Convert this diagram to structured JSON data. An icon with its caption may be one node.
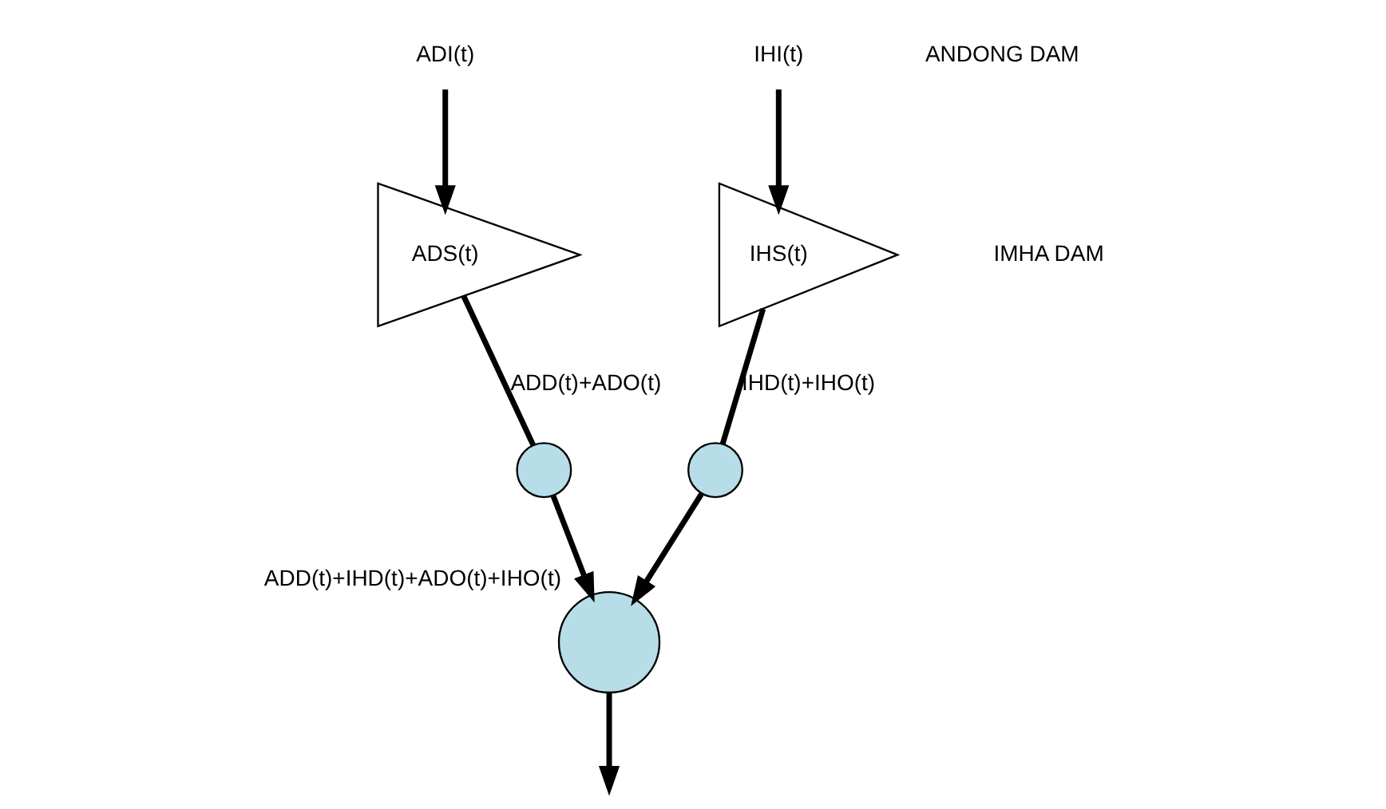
{
  "diagram": {
    "nodes": [
      {
        "text": [
          "ADI(t)"
        ]
      },
      {
        "text": [
          "ADS(t)"
        ]
      },
      {
        "text": [
          "IHS(t)"
        ]
      },
      {
        "text": [
          "IHI(t)"
        ]
      },
      {
        "text": [],
        "shape": "circle"
      },
      {
        "text": [],
        "shape": "circle"
      },
      {
        "text": [],
        "shape": "circle",
        "beside": [
          "ADD(t)+IHD(t)+ADO(t)+IHO(t)"
        ]
      }
    ],
    "edges": [
      {
        "from": 0,
        "to": 1,
        "arrow": "to"
      },
      {
        "from": 1,
        "to": 4,
        "arrow": "none",
        "label": "ADD(t)+ADO(t)"
      },
      {
        "from": 4,
        "to": 6,
        "arrow": "to"
      },
      {
        "from": 3,
        "to": 2,
        "arrow": "to"
      },
      {
        "from": 2,
        "to": 5,
        "arrow": "none",
        "label": "IHD(t)+IHO(t)"
      },
      {
        "from": 5,
        "to": 6,
        "arrow": "to"
      },
      {
        "from": 6,
        "to": null,
        "arrow": "to"
      }
    ],
    "labels": [
      "ANDONG DAM",
      "IMHA DAM"
    ]
  }
}
